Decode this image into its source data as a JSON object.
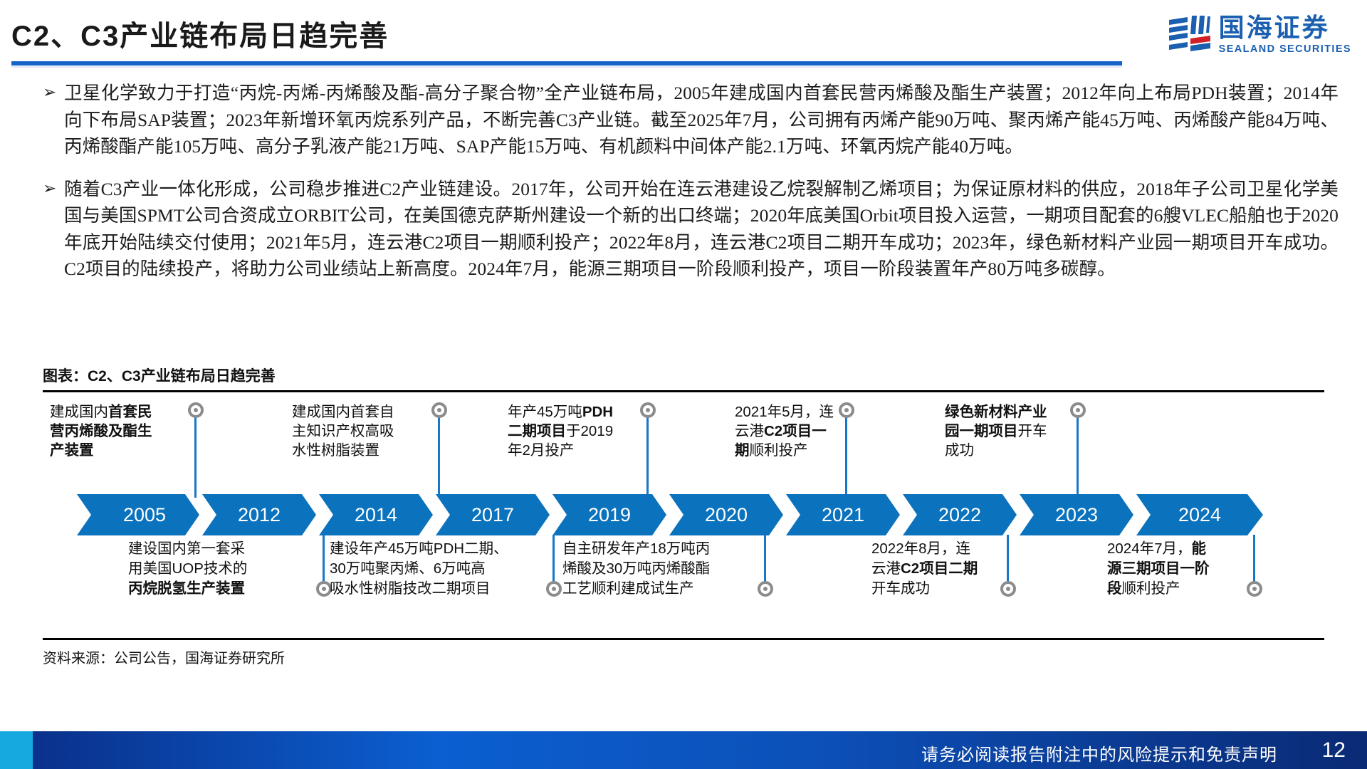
{
  "header": {
    "title": "C2、C3产业链布局日趋完善",
    "accent_color": "#1565c8"
  },
  "logo": {
    "name_cn": "国海证券",
    "name_en": "SEALAND SECURITIES",
    "color": "#1b5fb0"
  },
  "bullets": [
    {
      "marker": "➢",
      "text": "卫星化学致力于打造“丙烷-丙烯-丙烯酸及酯-高分子聚合物”全产业链布局，2005年建成国内首套民营丙烯酸及酯生产装置；2012年向上布局PDH装置；2014年向下布局SAP装置；2023年新增环氧丙烷系列产品，不断完善C3产业链。截至2025年7月，公司拥有丙烯产能90万吨、聚丙烯产能45万吨、丙烯酸产能84万吨、丙烯酸酯产能105万吨、高分子乳液产能21万吨、SAP产能15万吨、有机颜料中间体产能2.1万吨、环氧丙烷产能40万吨。"
    },
    {
      "marker": "➢",
      "text": "随着C3产业一体化形成，公司稳步推进C2产业链建设。2017年，公司开始在连云港建设乙烷裂解制乙烯项目；为保证原材料的供应，2018年子公司卫星化学美国与美国SPMT公司合资成立ORBIT公司，在美国德克萨斯州建设一个新的出口终端；2020年底美国Orbit项目投入运营，一期项目配套的6艘VLEC船舶也于2020年底开始陆续交付使用；2021年5月，连云港C2项目一期顺利投产；2022年8月，连云港C2项目二期开车成功；2023年，绿色新材料产业园一期项目开车成功。C2项目的陆续投产，将助力公司业绩站上新高度。2024年7月，能源三期项目一阶段顺利投产，项目一阶段装置年产80万吨多碳醇。"
    }
  ],
  "figure": {
    "caption": "图表：C2、C3产业链布局日趋完善",
    "source": "资料来源：公司公告，国海证券研究所",
    "chevron_color": "#0b72bd",
    "stem_color": "#1877c9",
    "ring_color": "#8c8c8c"
  },
  "chart_data": {
    "type": "timeline",
    "title": "图表：C2、C3产业链布局日趋完善",
    "categories": [
      "2005",
      "2012",
      "2014",
      "2017",
      "2019",
      "2020",
      "2021",
      "2022",
      "2023",
      "2024"
    ],
    "events_above": [
      {
        "year": "2005",
        "html": "建成国内<b>首套民</b><br><b>营丙烯酸及酯生</b><br><b>产装置</b>",
        "plain": "建成国内首套民营丙烯酸及酯生产装置"
      },
      {
        "year": "2014",
        "html": "建成国内首套自<br>主知识产权高吸<br>水性树脂装置",
        "plain": "建成国内首套自主知识产权高吸水性树脂装置"
      },
      {
        "year": "2019",
        "html": "年产45万吨<b>PDH</b><br><b>二期项目</b>于2019<br>年2月投产",
        "plain": "年产45万吨PDH二期项目于2019年2月投产"
      },
      {
        "year": "2021",
        "html": "2021年5月，连<br>云港<b>C2项目一</b><br><b>期</b>顺利投产",
        "plain": "2021年5月，连云港C2项目一期顺利投产"
      },
      {
        "year": "2023",
        "html": "<b>绿色新材料产业</b><br><b>园一期项目</b>开车<br>成功",
        "plain": "绿色新材料产业园一期项目开车成功"
      }
    ],
    "events_below": [
      {
        "year": "2012",
        "html": "建设国内第一套采<br>用美国UOP技术的<br><b>丙烷脱氢生产装置</b>",
        "plain": "建设国内第一套采用美国UOP技术的丙烷脱氢生产装置"
      },
      {
        "year": "2014",
        "html": "建设年产45万吨PDH二期、<br>30万吨聚丙烯、6万吨高<br>吸水性树脂技改二期项目",
        "plain": "建设年产45万吨PDH二期、30万吨聚丙烯、6万吨高吸水性树脂技改二期项目"
      },
      {
        "year": "2017",
        "html": "自主研发年产18万吨丙<br>烯酸及30万吨丙烯酸酯<br>工艺顺利建成试生产",
        "plain": "自主研发年产18万吨丙烯酸及30万吨丙烯酸酯工艺顺利建成试生产"
      },
      {
        "year": "2022",
        "html": "2022年8月，连<br>云港<b>C2项目二期</b><br>开车成功",
        "plain": "2022年8月，连云港C2项目二期开车成功"
      },
      {
        "year": "2024",
        "html": "2024年7月，<b>能</b><br><b>源三期项目一阶</b><br><b>段</b>顺利投产",
        "plain": "2024年7月，能源三期项目一阶段顺利投产"
      }
    ],
    "xlabel": "",
    "ylabel": "",
    "legend": []
  },
  "footer": {
    "disclaimer": "请务必阅读报告附注中的风险提示和免责声明",
    "page_number": "12"
  }
}
